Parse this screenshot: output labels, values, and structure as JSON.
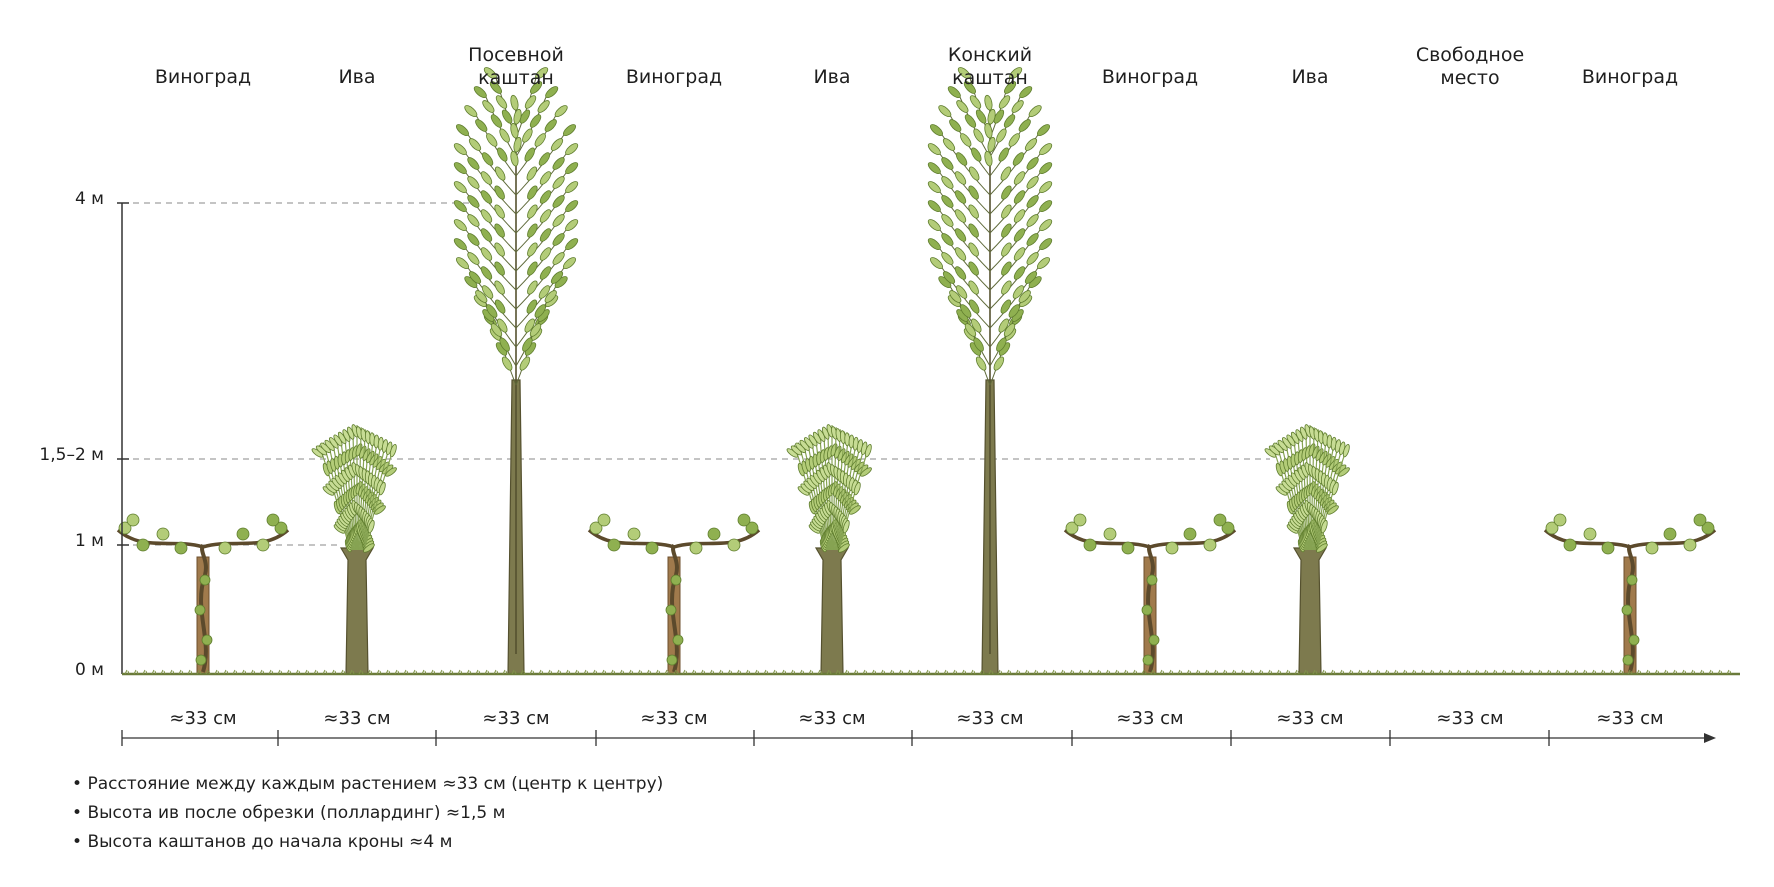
{
  "plants": [
    {
      "label": "Виноград",
      "type": "vine"
    },
    {
      "label": "Ива",
      "type": "willow"
    },
    {
      "label": "Посевной\nкаштан",
      "type": "chestnut"
    },
    {
      "label": "Виноград",
      "type": "vine"
    },
    {
      "label": "Ива",
      "type": "willow"
    },
    {
      "label": "Конский\nкаштан",
      "type": "chestnut"
    },
    {
      "label": "Виноград",
      "type": "vine"
    },
    {
      "label": "Ива",
      "type": "willow"
    },
    {
      "label": "Свободное\nместо",
      "type": "empty"
    },
    {
      "label": "Виноград",
      "type": "vine"
    }
  ],
  "height_axis": {
    "labels": [
      "4 м",
      "1,5–2 м",
      "1 м",
      "0 м"
    ]
  },
  "spacing": {
    "label": "≈33 см",
    "count": 10
  },
  "notes": [
    "Расстояние между каждым растением ≈33 см (центр к центру)",
    "Высота ив после обрезки (поллардинг) ≈1,5 м",
    "Высота каштанов до начала кроны ≈4 м"
  ],
  "colors": {
    "leaf_light": "#b3cc78",
    "leaf_mid": "#8fb050",
    "leaf_dark": "#5f7d2e",
    "trunk": "#7d7a4e",
    "trunk_dark": "#55512f",
    "vine_post": "#a07a4c",
    "ground": "#6a7a3a"
  }
}
